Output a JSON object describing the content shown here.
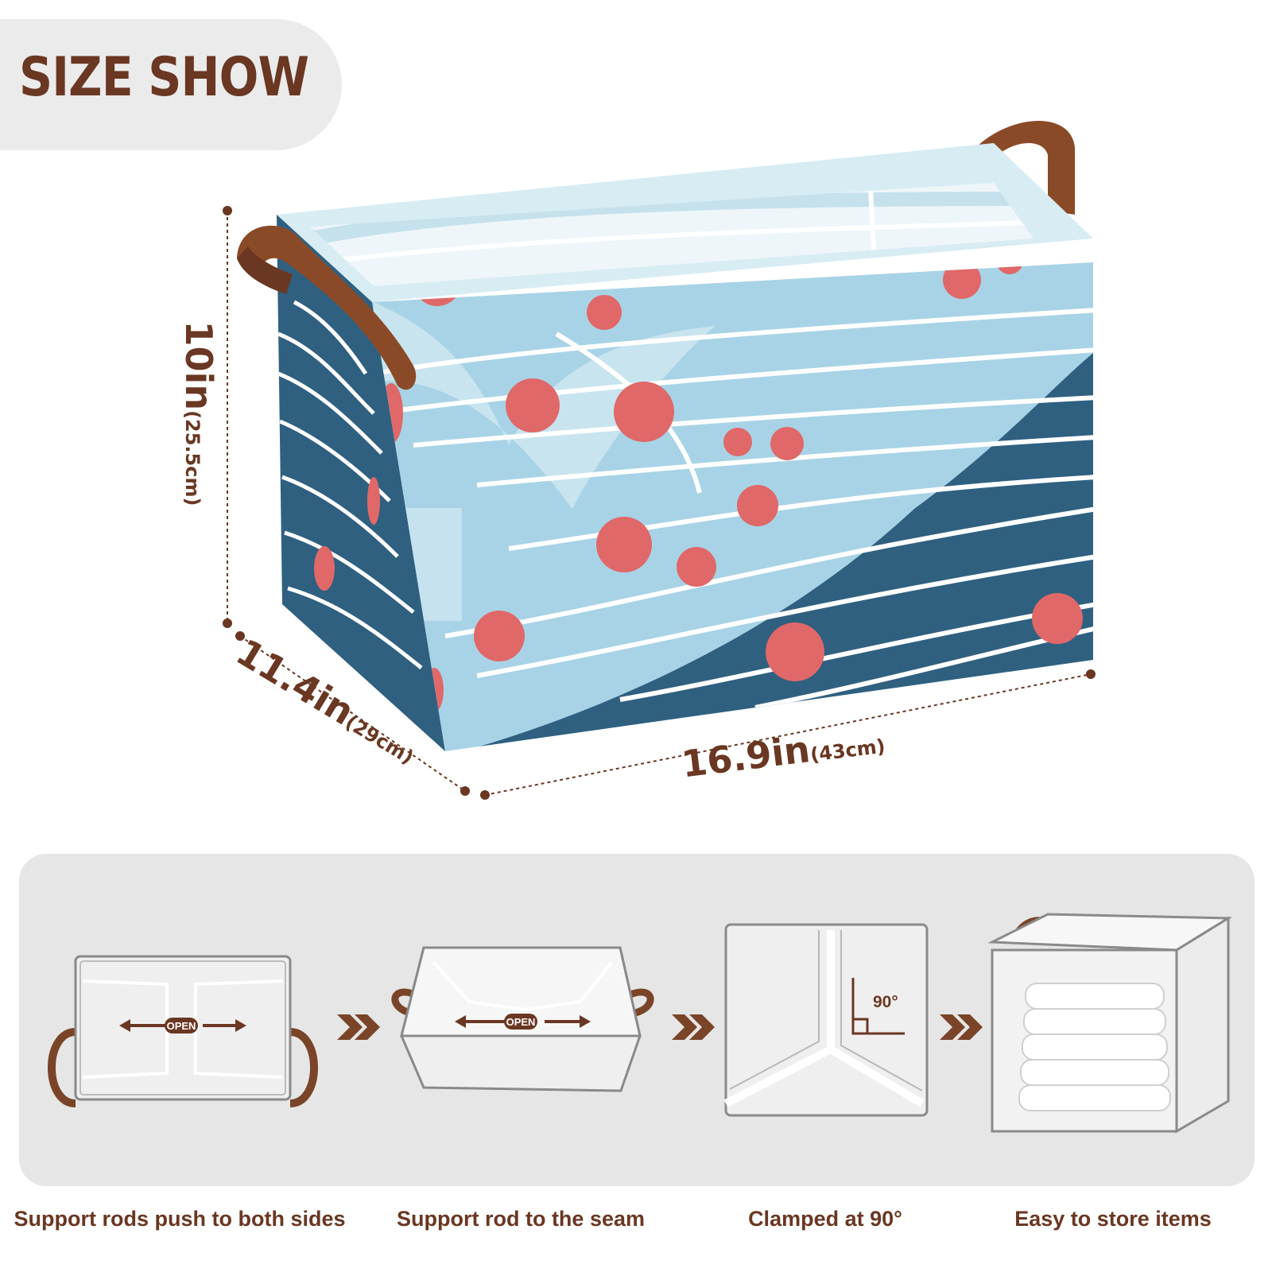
{
  "header": {
    "title": "SIZE SHOW"
  },
  "dimensions": {
    "height": {
      "value": "10in",
      "metric": "(25.5cm)"
    },
    "depth": {
      "value": "11.4in",
      "metric": "(29cm)"
    },
    "width": {
      "value": "16.9in",
      "metric": "(43cm)"
    }
  },
  "steps": [
    {
      "caption": "Support rods push to both sides",
      "label": "OPEN"
    },
    {
      "caption": "Support rod to the seam",
      "label": "OPEN"
    },
    {
      "caption": "Clamped at 90°",
      "label": "90°"
    },
    {
      "caption": "Easy to store items"
    }
  ],
  "colors": {
    "brand_brown": "#6a3722",
    "leather_handle": "#8b4a27",
    "pattern_light_blue": "#a8d3e6",
    "pattern_dark_blue": "#2f6080",
    "pattern_dots": "#e06868",
    "panel_gray": "#e6e6e6"
  },
  "icons": [
    "arrow-left-icon",
    "arrow-right-icon",
    "double-chevron-icon",
    "right-angle-icon"
  ]
}
